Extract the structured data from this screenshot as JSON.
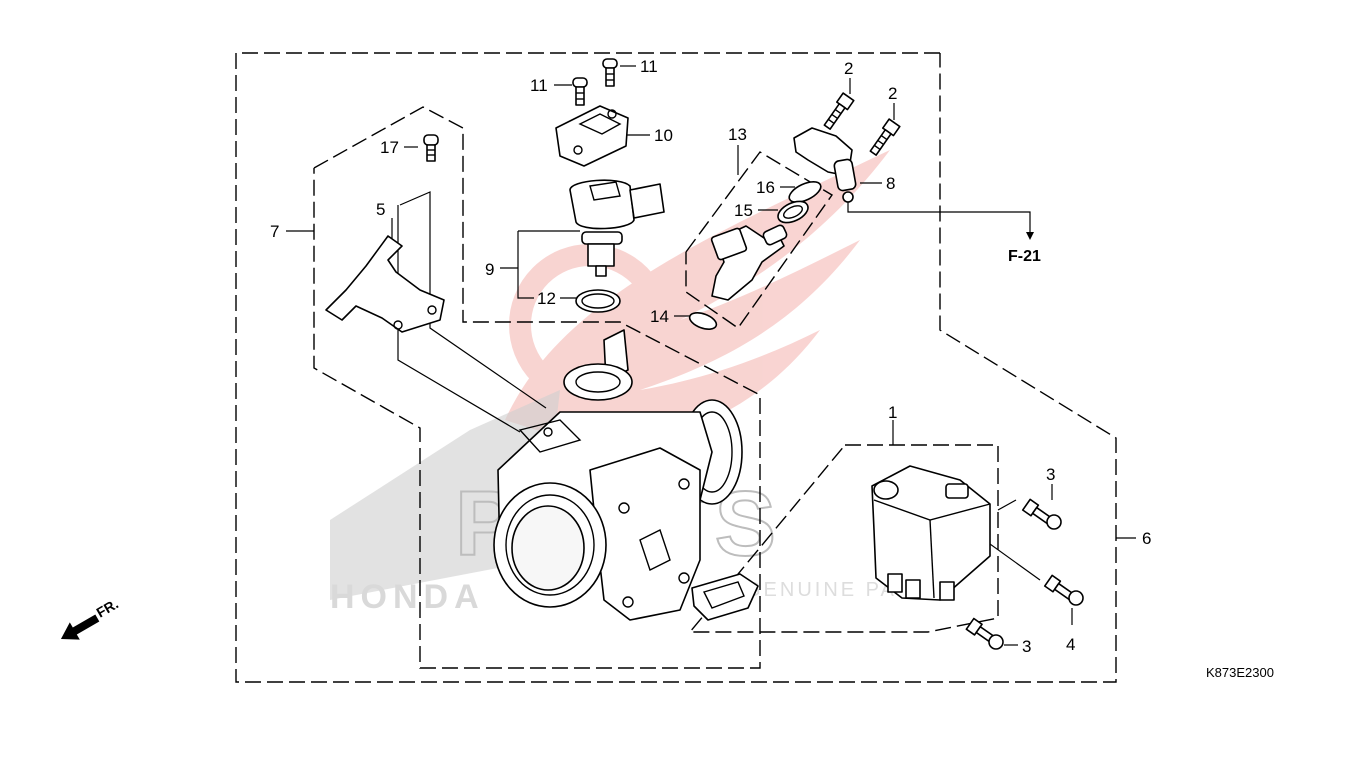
{
  "diagram": {
    "drawing_code": "K873E2300",
    "reference": "F-21",
    "direction": "FR.",
    "watermark": {
      "brand": "PARTS",
      "line": "HONDA",
      "tagline": "GENUINE PARTS"
    },
    "accent_color": "#e8514a",
    "callouts": [
      {
        "id": "c1",
        "number": "1"
      },
      {
        "id": "c2a",
        "number": "2"
      },
      {
        "id": "c2b",
        "number": "2"
      },
      {
        "id": "c3a",
        "number": "3"
      },
      {
        "id": "c3b",
        "number": "3"
      },
      {
        "id": "c4",
        "number": "4"
      },
      {
        "id": "c5",
        "number": "5"
      },
      {
        "id": "c6",
        "number": "6"
      },
      {
        "id": "c7",
        "number": "7"
      },
      {
        "id": "c8",
        "number": "8"
      },
      {
        "id": "c9",
        "number": "9"
      },
      {
        "id": "c10",
        "number": "10"
      },
      {
        "id": "c11a",
        "number": "11"
      },
      {
        "id": "c11b",
        "number": "11"
      },
      {
        "id": "c12",
        "number": "12"
      },
      {
        "id": "c13",
        "number": "13"
      },
      {
        "id": "c14",
        "number": "14"
      },
      {
        "id": "c15",
        "number": "15"
      },
      {
        "id": "c16",
        "number": "16"
      },
      {
        "id": "c17",
        "number": "17"
      }
    ]
  }
}
